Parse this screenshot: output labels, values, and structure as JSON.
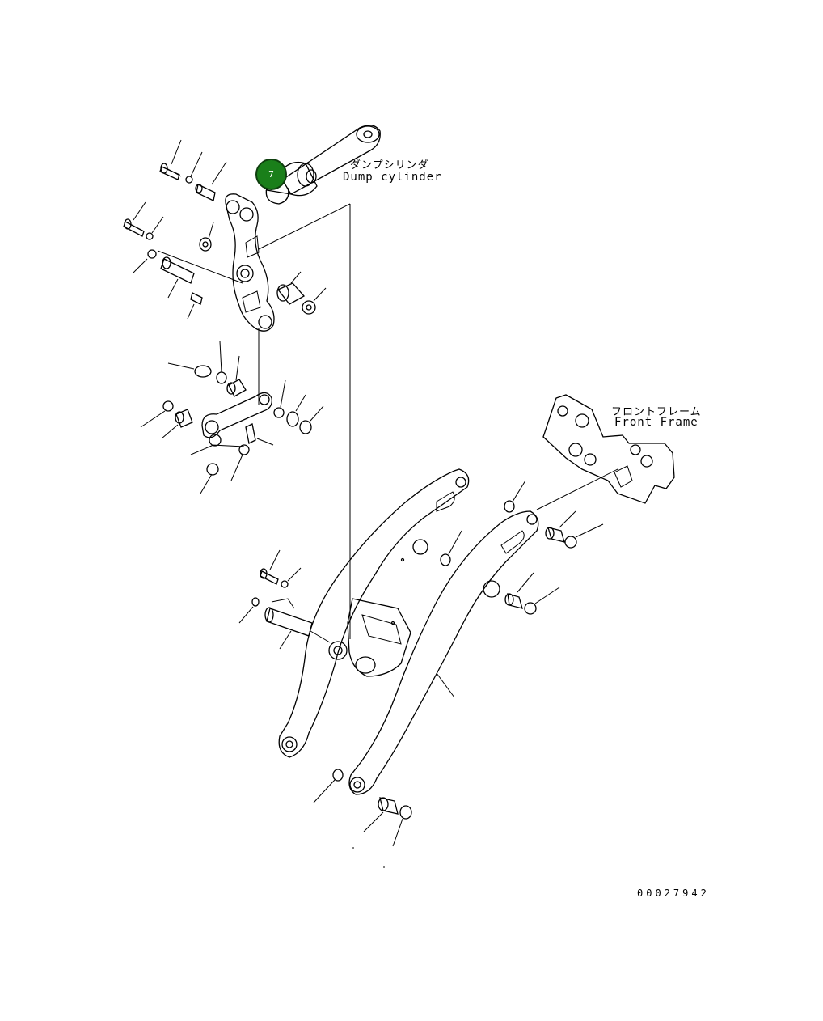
{
  "labels": {
    "dump_cylinder_jp": "ダンプシリンダ",
    "dump_cylinder_en": "Dump cylinder",
    "front_frame_jp": "フロントフレーム",
    "front_frame_en": "Front Frame"
  },
  "callout": {
    "number": "7",
    "color": "#1a7f1a"
  },
  "drawing_id": "00027942",
  "icons": {
    "callout": "numbered-circle-marker"
  }
}
